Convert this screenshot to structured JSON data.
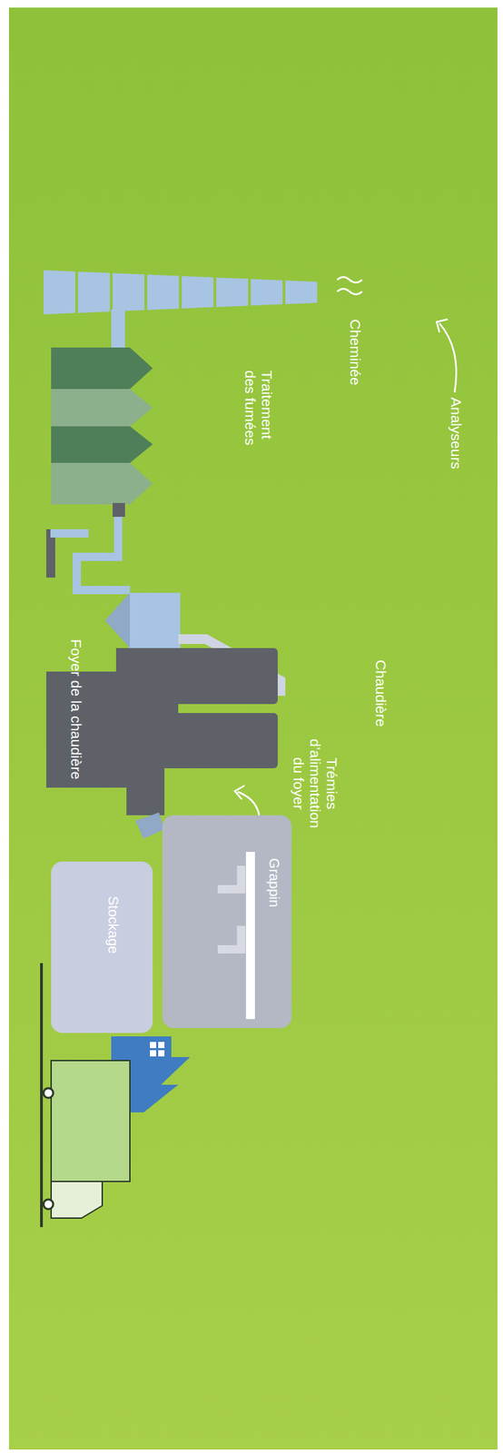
{
  "diagram": {
    "nodes": [
      {
        "text": [
          "Grappin"
        ]
      },
      {
        "text": [
          "Stockage"
        ]
      }
    ],
    "labels": [
      "Analyseurs",
      "Cheminée",
      "Traitement des fumées",
      "Chaudière",
      "Trémies d’alimentation du foyer",
      "Foyer de la chaudière"
    ]
  }
}
